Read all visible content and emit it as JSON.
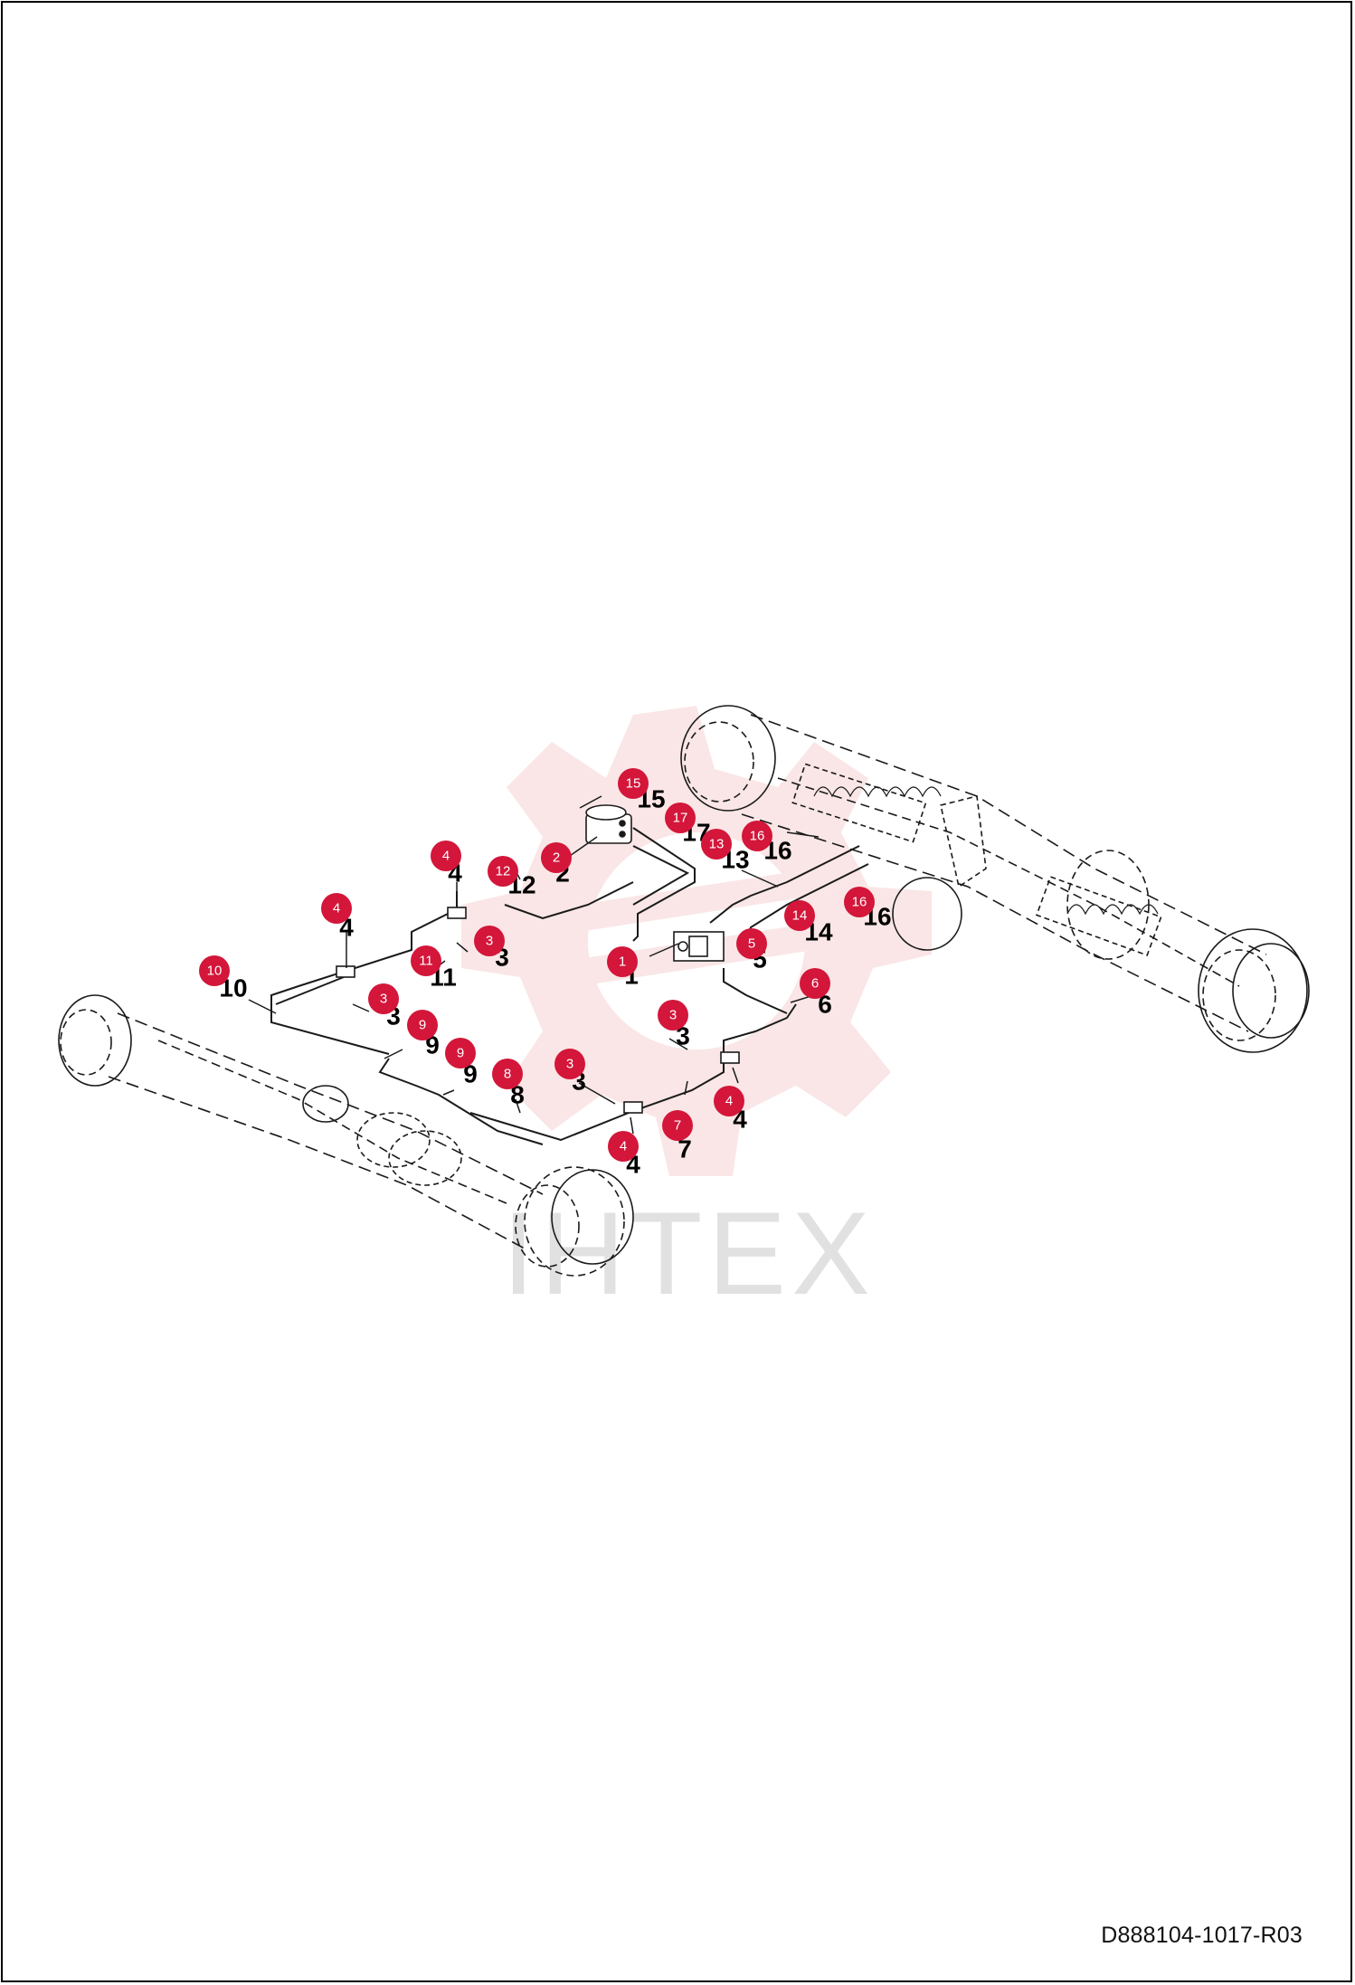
{
  "document": {
    "code": "D888104-1017-R03",
    "watermark_text": "IHTEX"
  },
  "colors": {
    "callout_fill": "#d3163a",
    "line": "#1a1a1a",
    "watermark": "#f2b8b8"
  },
  "callouts": [
    {
      "num": "15"
    },
    {
      "num": "17"
    },
    {
      "num": "2"
    },
    {
      "num": "12"
    },
    {
      "num": "4"
    },
    {
      "num": "13"
    },
    {
      "num": "16"
    },
    {
      "num": "4"
    },
    {
      "num": "14"
    },
    {
      "num": "16"
    },
    {
      "num": "3"
    },
    {
      "num": "11"
    },
    {
      "num": "5"
    },
    {
      "num": "1"
    },
    {
      "num": "10"
    },
    {
      "num": "6"
    },
    {
      "num": "3"
    },
    {
      "num": "9"
    },
    {
      "num": "3"
    },
    {
      "num": "9"
    },
    {
      "num": "3"
    },
    {
      "num": "8"
    },
    {
      "num": "4"
    },
    {
      "num": "7"
    },
    {
      "num": "4"
    }
  ],
  "labels": [
    {
      "num": "15"
    },
    {
      "num": "17"
    },
    {
      "num": "2"
    },
    {
      "num": "12"
    },
    {
      "num": "4"
    },
    {
      "num": "13"
    },
    {
      "num": "16"
    },
    {
      "num": "4"
    },
    {
      "num": "14"
    },
    {
      "num": "16"
    },
    {
      "num": "3"
    },
    {
      "num": "11"
    },
    {
      "num": "5"
    },
    {
      "num": "1"
    },
    {
      "num": "10"
    },
    {
      "num": "6"
    },
    {
      "num": "3"
    },
    {
      "num": "9"
    },
    {
      "num": "3"
    },
    {
      "num": "9"
    },
    {
      "num": "3"
    },
    {
      "num": "8"
    },
    {
      "num": "4"
    },
    {
      "num": "7"
    },
    {
      "num": "4"
    }
  ]
}
